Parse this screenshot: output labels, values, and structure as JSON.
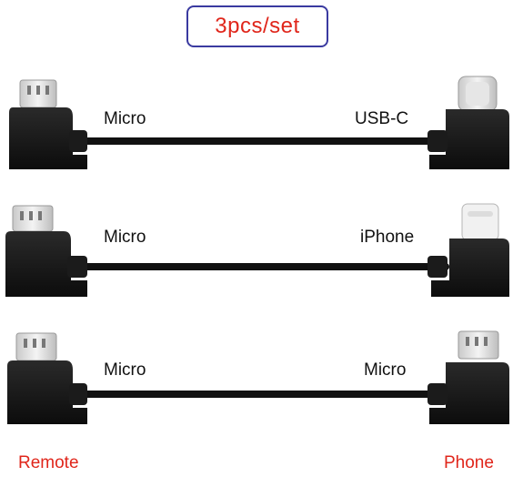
{
  "badge": {
    "text": "3pcs/set",
    "color": "#e0261b",
    "border_color": "#3a3aa0"
  },
  "cables": [
    {
      "left_label": "Micro",
      "right_label": "USB-C",
      "left_connector": "micro-usb-connector",
      "right_connector": "usb-c-connector"
    },
    {
      "left_label": "Micro",
      "right_label": "iPhone",
      "left_connector": "micro-usb-connector",
      "right_connector": "lightning-connector"
    },
    {
      "left_label": "Micro",
      "right_label": "Micro",
      "left_connector": "micro-usb-connector",
      "right_connector": "micro-usb-connector"
    }
  ],
  "footer": {
    "left": "Remote",
    "right": "Phone",
    "color": "#e0261b"
  }
}
